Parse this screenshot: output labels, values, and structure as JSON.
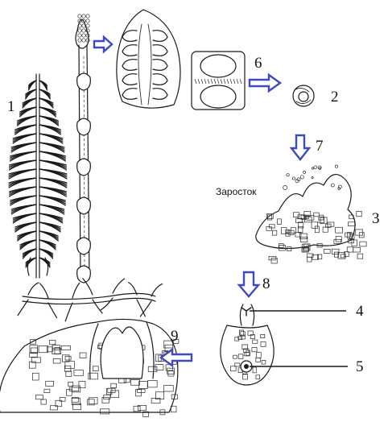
{
  "diagram": {
    "labels": {
      "l1": "1",
      "l2": "2",
      "l3": "3",
      "l4": "4",
      "l5": "5",
      "l6": "6",
      "l7": "7",
      "l8": "8",
      "l9": "9"
    },
    "prothallus_caption": "Заросток",
    "colors": {
      "arrow": "#3b4cc0",
      "ink": "#1a1a1a",
      "background": "#ffffff"
    }
  }
}
